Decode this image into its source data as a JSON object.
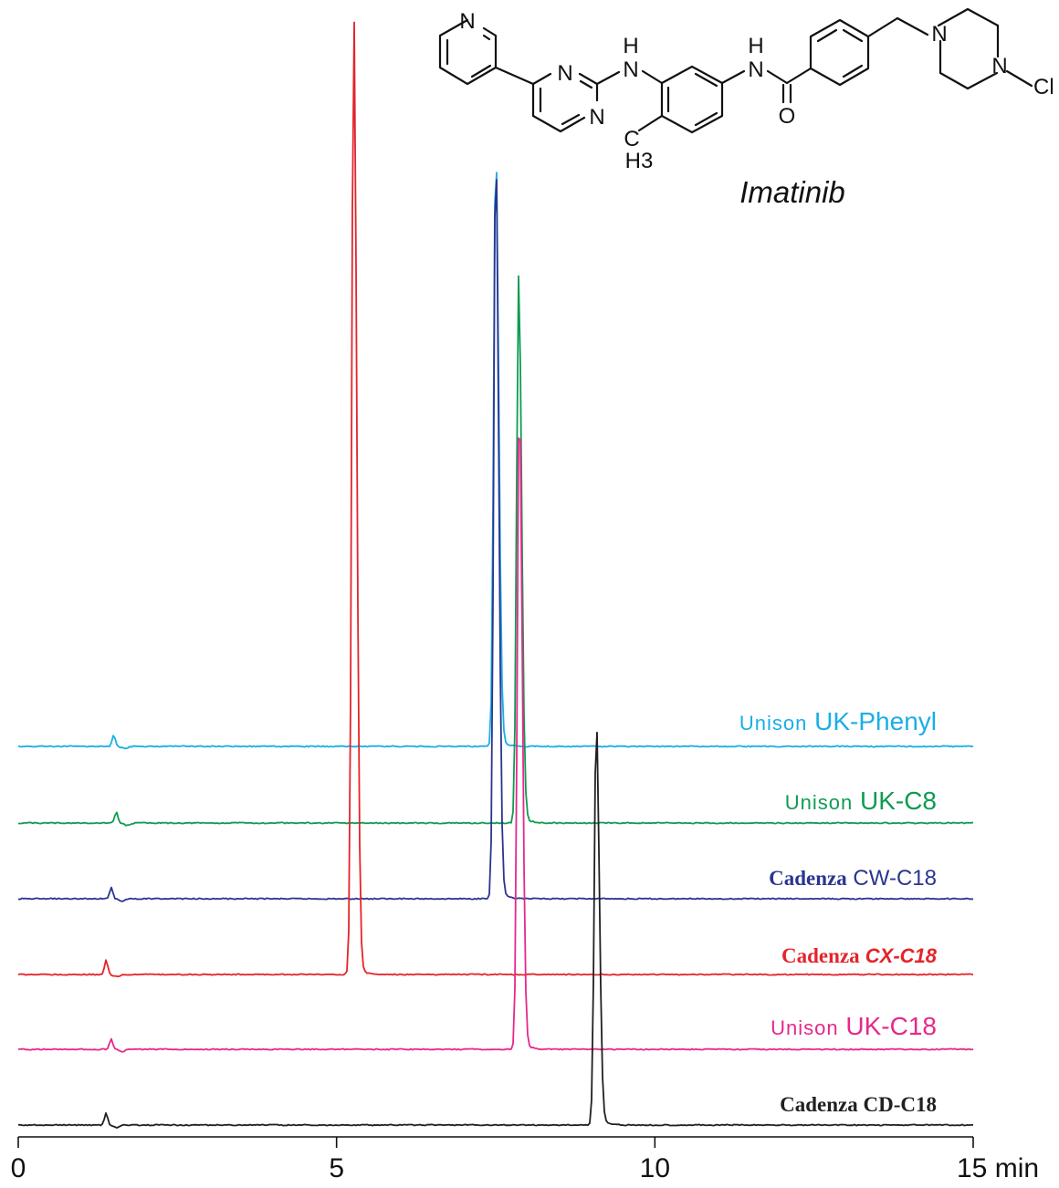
{
  "compound": {
    "name": "Imatinib",
    "atoms": {
      "pyridine_n": "N",
      "pyrimidine_n1": "N",
      "pyrimidine_n2": "N",
      "nh1_h": "H",
      "nh1_n": "N",
      "methyl_c": "C",
      "methyl_h3": "H3",
      "nh2_h": "H",
      "nh2_n": "N",
      "carbonyl_o": "O",
      "piperazine_n1": "N",
      "piperazine_n2": "N",
      "terminal_ch": "Cl"
    }
  },
  "chart_data": {
    "type": "line",
    "x_tick_labels": [
      "0",
      "5",
      "10",
      "15 min"
    ],
    "x_ticks": [
      0,
      5,
      10,
      15
    ],
    "xlim": [
      0,
      15
    ],
    "series": [
      {
        "name": "Unison UK-Phenyl",
        "brand": "Unison",
        "column": "UK-Phenyl",
        "color": "#1aaee6",
        "peak_time": 7.5,
        "peak_height": 660,
        "void_time": 1.5,
        "void_height": 12
      },
      {
        "name": "Unison UK-C8",
        "brand": "Unison",
        "column": "UK-C8",
        "color": "#0f9b52",
        "peak_time": 7.86,
        "peak_height": 600,
        "void_time": 1.54,
        "void_height": 12
      },
      {
        "name": "Cadenza CW-C18",
        "brand": "Cadenza",
        "column": "CW-C18",
        "color": "#2b3590",
        "peak_time": 7.5,
        "peak_height": 828,
        "void_time": 1.46,
        "void_height": 12
      },
      {
        "name": "Cadenza CX-C18",
        "brand": "Cadenza",
        "column": "CX-C18",
        "color": "#e3242b",
        "peak_time": 5.27,
        "peak_height": 1056,
        "void_time": 1.38,
        "void_height": 16
      },
      {
        "name": "Unison UK-C18",
        "brand": "Unison",
        "column": "UK-C18",
        "color": "#e6288a",
        "peak_time": 7.87,
        "peak_height": 716,
        "void_time": 1.46,
        "void_height": 12
      },
      {
        "name": "Cadenza CD-C18",
        "brand": "Cadenza",
        "column": "CD-C18",
        "color": "#231f20",
        "peak_time": 9.08,
        "peak_height": 445,
        "void_time": 1.38,
        "void_height": 13
      }
    ]
  }
}
